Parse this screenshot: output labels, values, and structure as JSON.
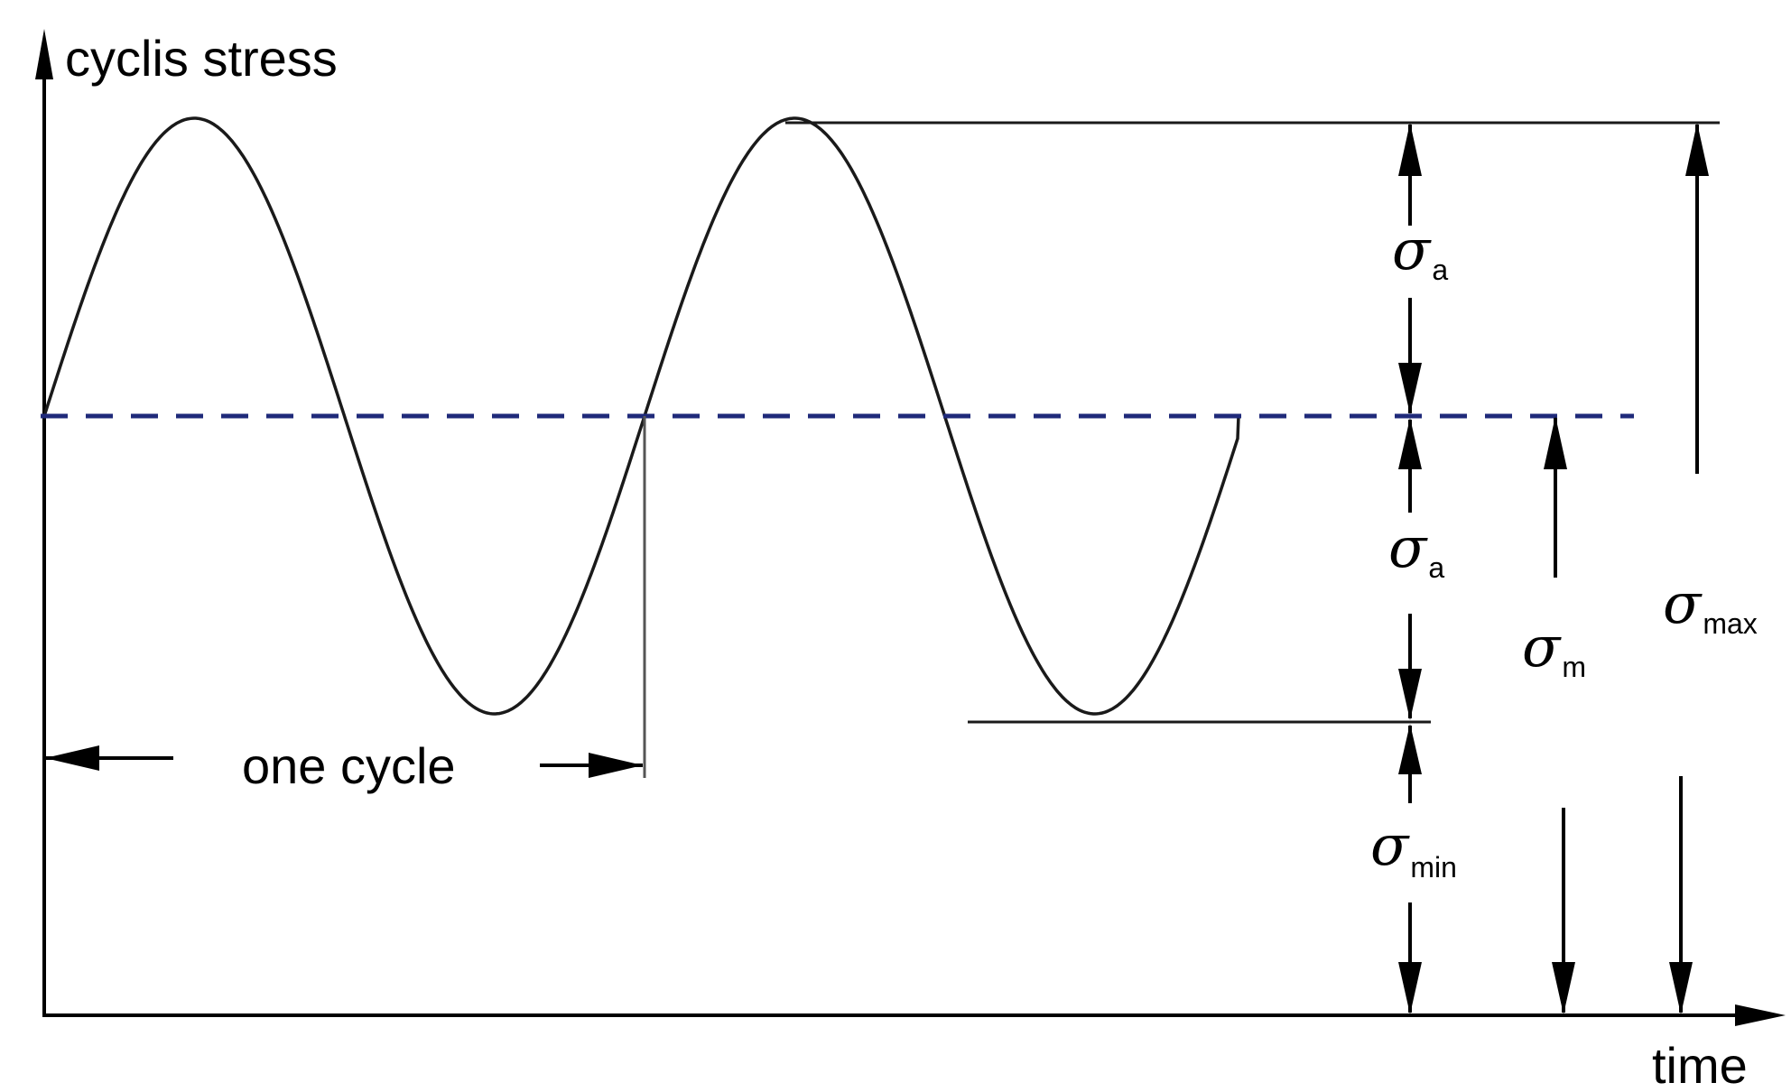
{
  "axes": {
    "y_label": "cyclis stress",
    "x_label": "time"
  },
  "annotations": {
    "cycle_label": "one cycle",
    "sigma_symbol": "σ",
    "amplitude_upper_sub": "a",
    "amplitude_lower_sub": "a",
    "mean_sub": "m",
    "min_sub": "min",
    "max_sub": "max"
  },
  "colors": {
    "curve": "#1a1a1a",
    "mean_line": "#1f2a7a",
    "axes": "#000000"
  }
}
